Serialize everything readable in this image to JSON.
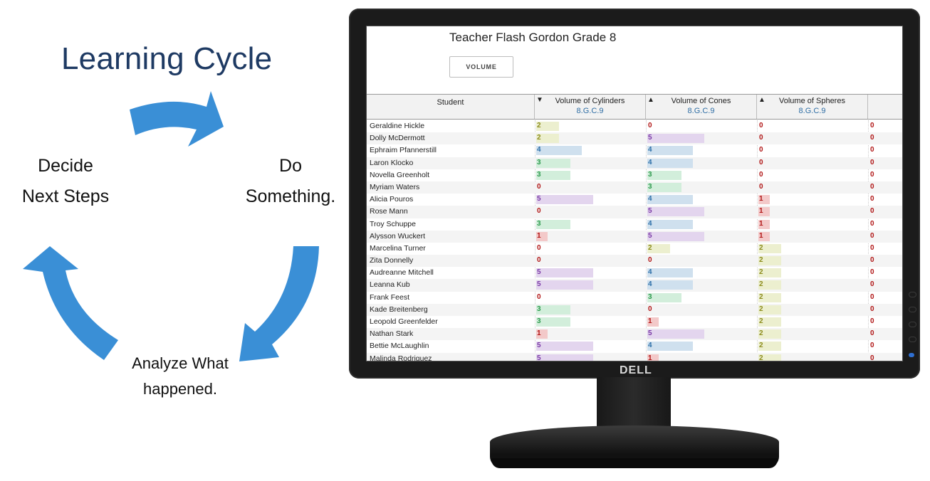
{
  "cycle": {
    "title": "Learning Cycle",
    "do_line1": "Do",
    "do_line2": "Something.",
    "decide_line1": "Decide",
    "decide_line2": "Next Steps",
    "analyze_line1": "Analyze What",
    "analyze_line2": "happened.",
    "arrow_color": "#3a8fd6"
  },
  "monitor": {
    "brand": "DELL"
  },
  "app": {
    "title": "Teacher Flash Gordon Grade 8",
    "volume_button": "VOLUME",
    "columns": {
      "student": "Student",
      "c1": {
        "name": "Volume of Cylinders",
        "code": "8.G.C.9",
        "sort": "▼"
      },
      "c2": {
        "name": "Volume of Cones",
        "code": "8.G.C.9",
        "sort": "▲"
      },
      "c3": {
        "name": "Volume of Spheres",
        "code": "8.G.C.9",
        "sort": "▲"
      }
    },
    "level_colors": {
      "0": {
        "text": "#b01414",
        "bar": ""
      },
      "1": {
        "text": "#b01414",
        "bar": "#f3c9c9"
      },
      "2": {
        "text": "#8c8c1c",
        "bar": "#ecefcf"
      },
      "3": {
        "text": "#2e9a4e",
        "bar": "#d2eedb"
      },
      "4": {
        "text": "#2d6fa8",
        "bar": "#cfe0ee"
      },
      "5": {
        "text": "#7a3aa6",
        "bar": "#e3d5ee"
      }
    },
    "rows": [
      {
        "name": "Geraldine Hickle",
        "scores": [
          2,
          0,
          0,
          0
        ]
      },
      {
        "name": "Dolly McDermott",
        "scores": [
          2,
          5,
          0,
          0
        ]
      },
      {
        "name": "Ephraim Pfannerstill",
        "scores": [
          4,
          4,
          0,
          0
        ]
      },
      {
        "name": "Laron Klocko",
        "scores": [
          3,
          4,
          0,
          0
        ]
      },
      {
        "name": "Novella Greenholt",
        "scores": [
          3,
          3,
          0,
          0
        ]
      },
      {
        "name": "Myriam Waters",
        "scores": [
          0,
          3,
          0,
          0
        ]
      },
      {
        "name": "Alicia Pouros",
        "scores": [
          5,
          4,
          1,
          0
        ]
      },
      {
        "name": "Rose Mann",
        "scores": [
          0,
          5,
          1,
          0
        ]
      },
      {
        "name": "Troy Schuppe",
        "scores": [
          3,
          4,
          1,
          0
        ]
      },
      {
        "name": "Alysson Wuckert",
        "scores": [
          1,
          5,
          1,
          0
        ]
      },
      {
        "name": "Marcelina Turner",
        "scores": [
          0,
          2,
          2,
          0
        ]
      },
      {
        "name": "Zita Donnelly",
        "scores": [
          0,
          0,
          2,
          0
        ]
      },
      {
        "name": "Audreanne Mitchell",
        "scores": [
          5,
          4,
          2,
          0
        ]
      },
      {
        "name": "Leanna Kub",
        "scores": [
          5,
          4,
          2,
          0
        ]
      },
      {
        "name": "Frank Feest",
        "scores": [
          0,
          3,
          2,
          0
        ]
      },
      {
        "name": "Kade Breitenberg",
        "scores": [
          3,
          0,
          2,
          0
        ]
      },
      {
        "name": "Leopold Greenfelder",
        "scores": [
          3,
          1,
          2,
          0
        ]
      },
      {
        "name": "Nathan Stark",
        "scores": [
          1,
          5,
          2,
          0
        ]
      },
      {
        "name": "Bettie McLaughlin",
        "scores": [
          5,
          4,
          2,
          0
        ]
      },
      {
        "name": "Malinda Rodriguez",
        "scores": [
          5,
          1,
          2,
          0
        ]
      }
    ]
  }
}
